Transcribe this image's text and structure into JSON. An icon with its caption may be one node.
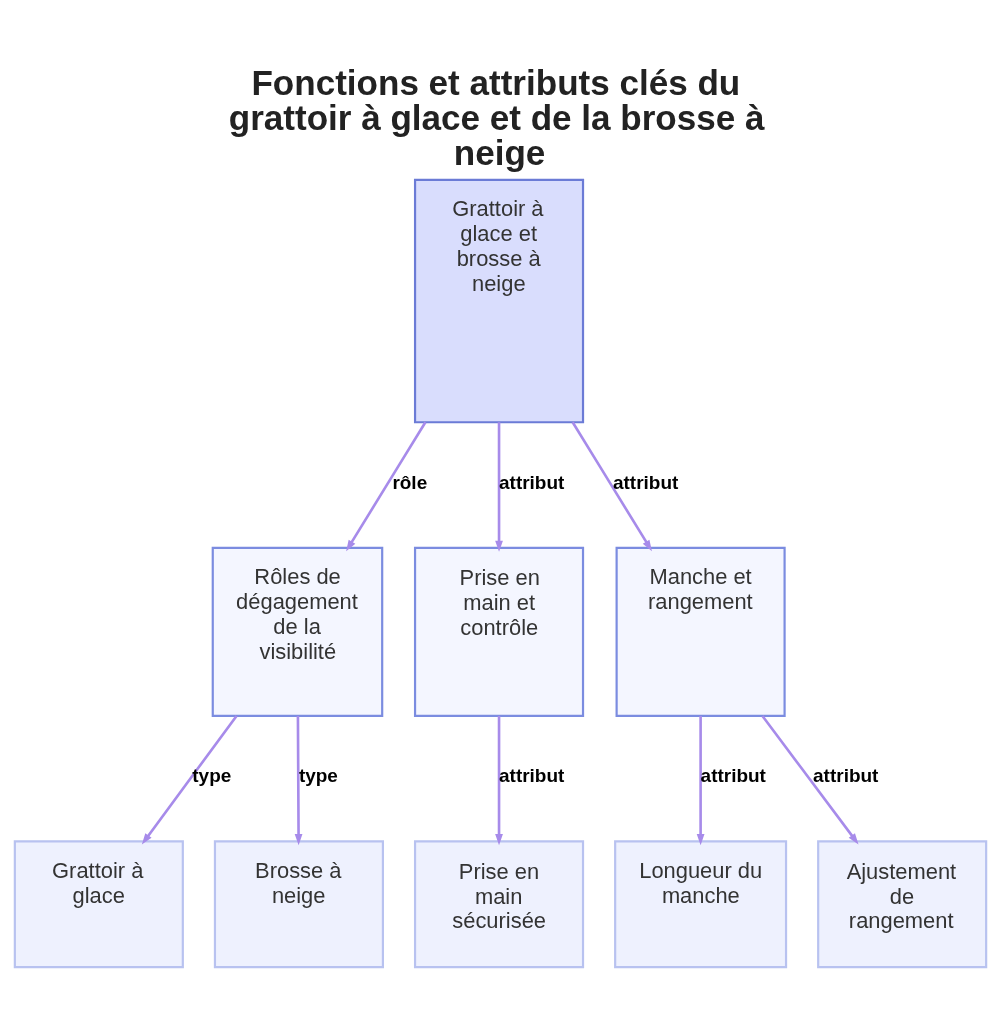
{
  "diagram": {
    "title": "Fonctions et attributs clés du grattoir à glace et de la brosse à neige",
    "nodes": [
      {
        "text": [
          "Grattoir à glace et brosse à neige"
        ]
      },
      {
        "text": [
          "Rôles de dégagement de la visibilité"
        ]
      },
      {
        "text": [
          "Prise en main et contrôle"
        ]
      },
      {
        "text": [
          "Manche et rangement"
        ]
      },
      {
        "text": [
          "Grattoir à glace"
        ]
      },
      {
        "text": [
          "Brosse à neige"
        ]
      },
      {
        "text": [
          "Prise en main sécurisée"
        ]
      },
      {
        "text": [
          "Longueur du manche"
        ]
      },
      {
        "text": [
          "Ajustement de rangement"
        ]
      }
    ],
    "edges": [
      {
        "from": 0,
        "to": 1,
        "arrow": "to",
        "label": "rôle"
      },
      {
        "from": 0,
        "to": 2,
        "arrow": "to",
        "label": "attribut"
      },
      {
        "from": 0,
        "to": 3,
        "arrow": "to",
        "label": "attribut"
      },
      {
        "from": 1,
        "to": 4,
        "arrow": "to",
        "label": "type"
      },
      {
        "from": 1,
        "to": 5,
        "arrow": "to",
        "label": "type"
      },
      {
        "from": 2,
        "to": 6,
        "arrow": "to",
        "label": "attribut"
      },
      {
        "from": 3,
        "to": 7,
        "arrow": "to",
        "label": "attribut"
      },
      {
        "from": 3,
        "to": 8,
        "arrow": "to",
        "label": "attribut"
      }
    ]
  }
}
